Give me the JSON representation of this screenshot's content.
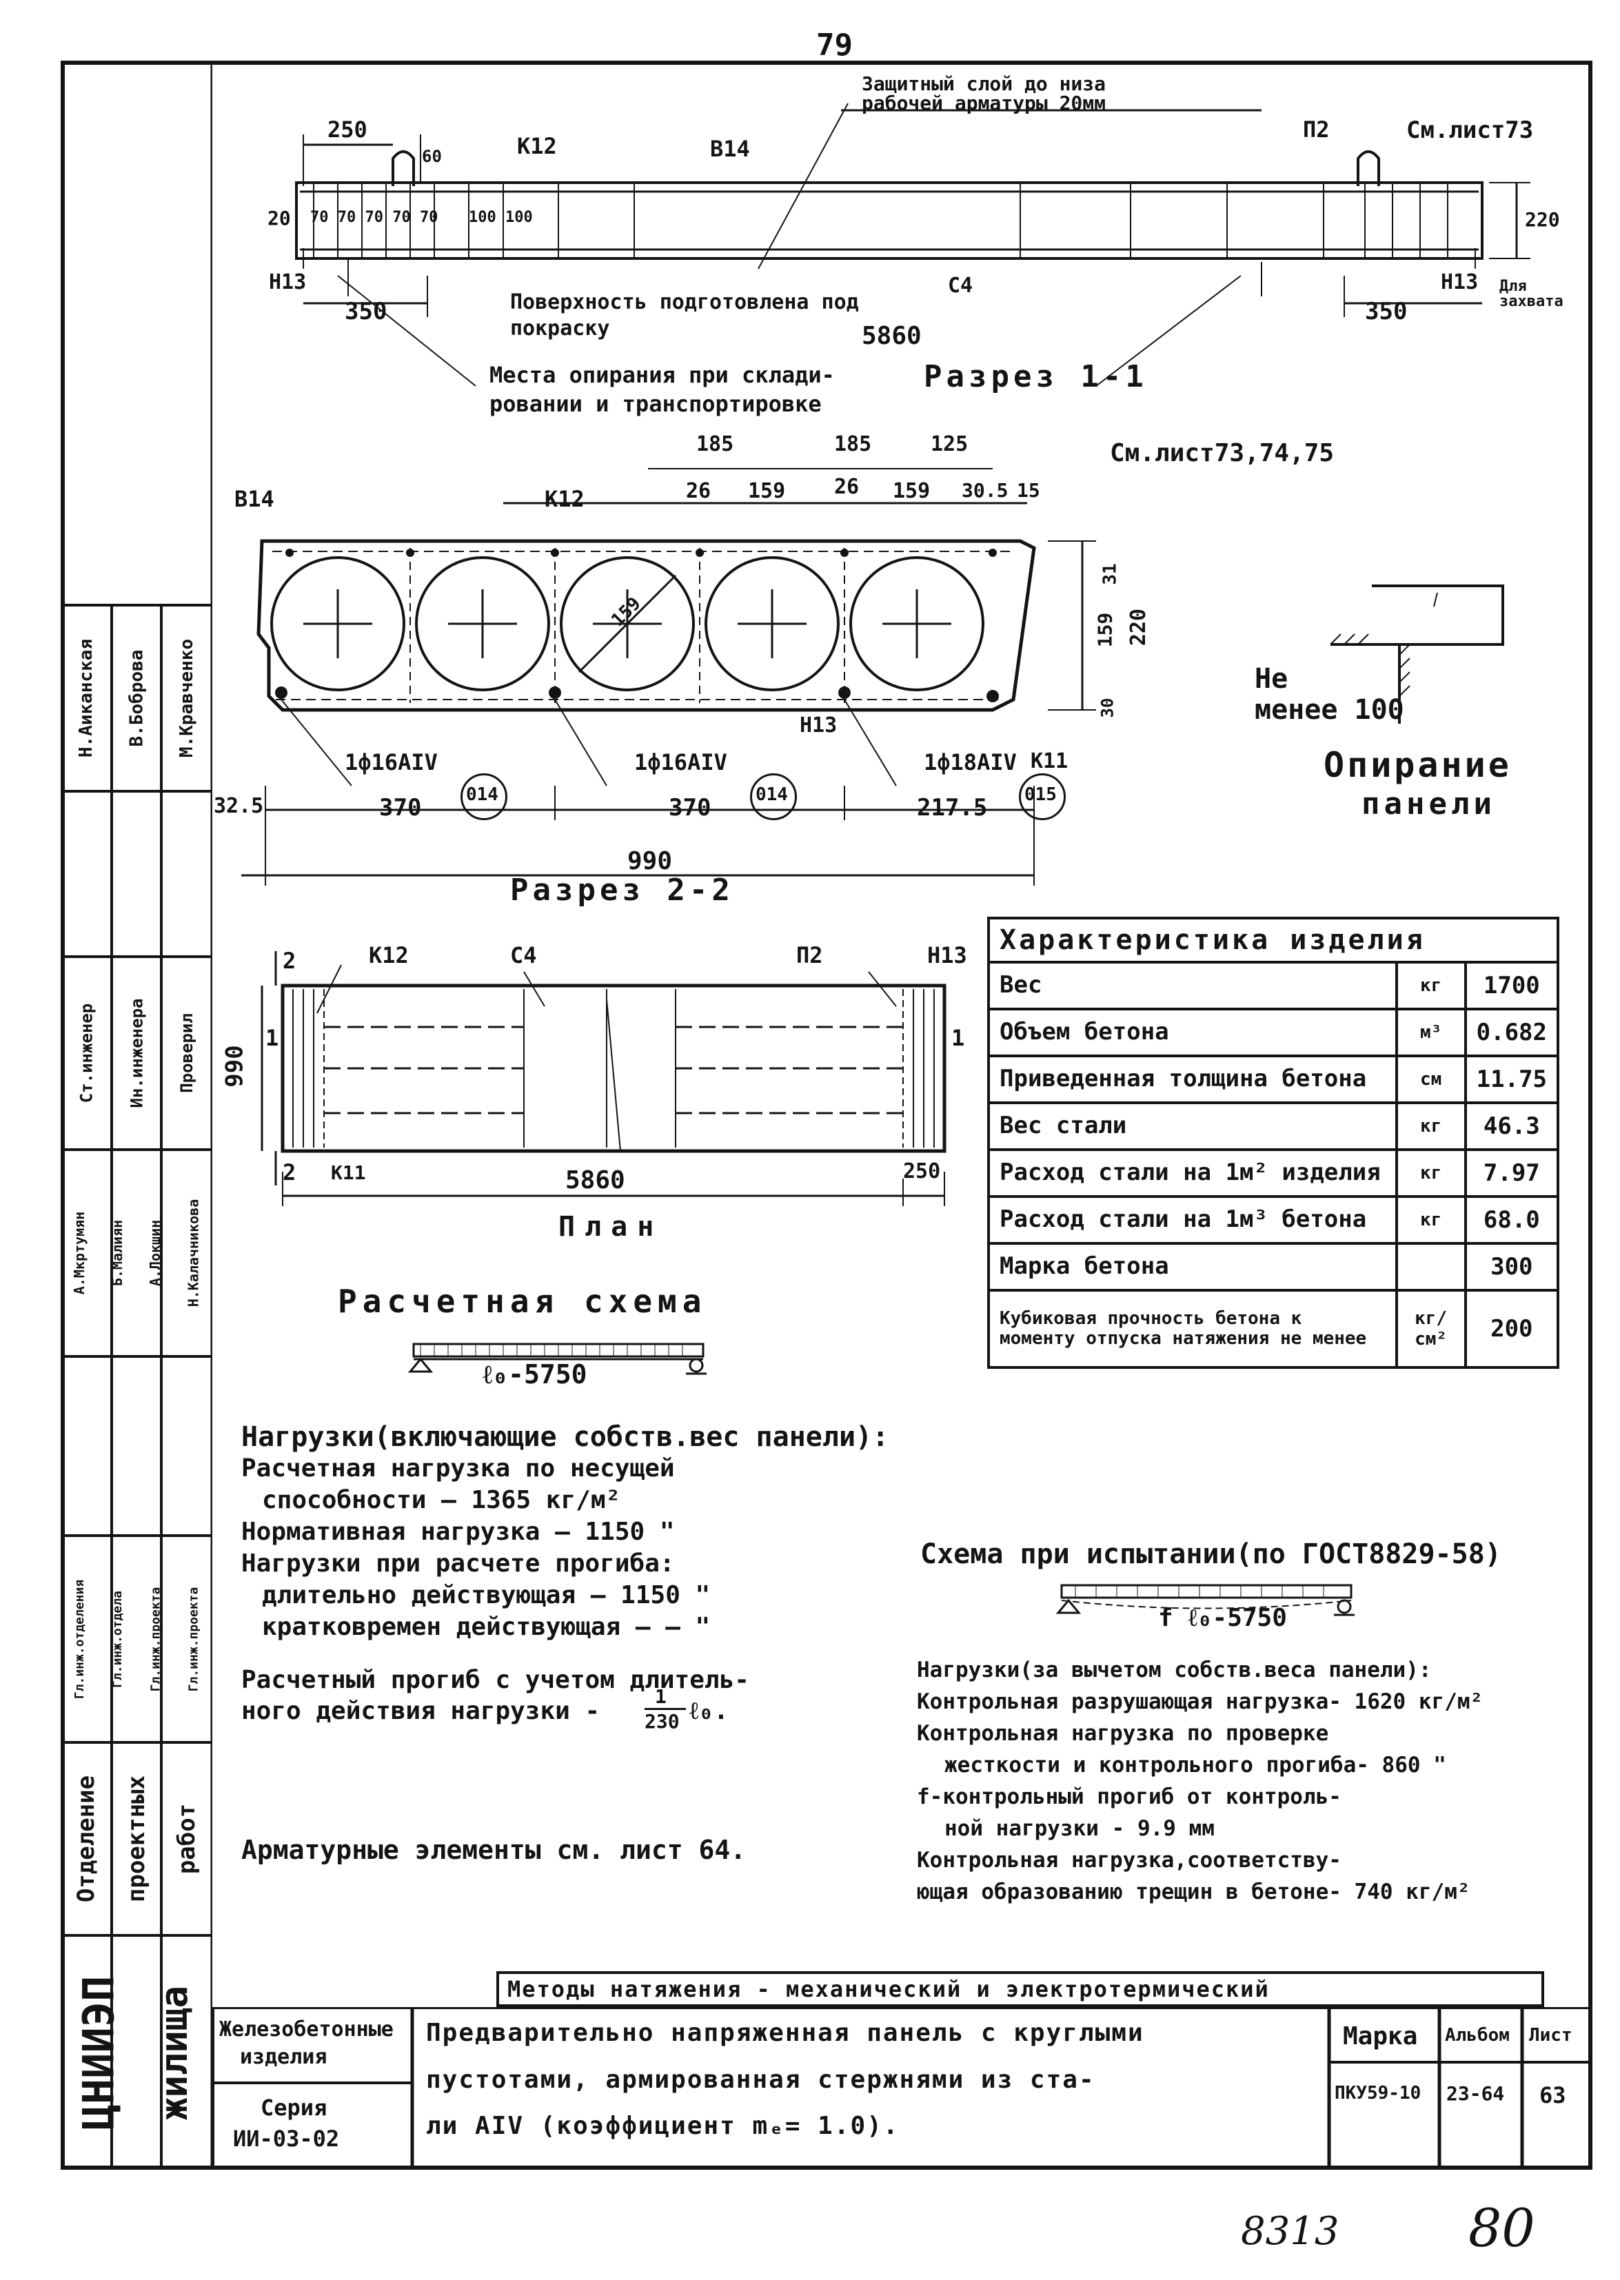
{
  "page_number_top": "79",
  "sheet_number_bottom": "8313",
  "sheet_number_big": "80",
  "section_1_1": {
    "title": "Разрез 1-1",
    "protective_layer_note": "Защитный слой до низа рабочей арматуры 20мм",
    "see_sheet": "См.лист73",
    "labels": {
      "p2": "П2",
      "k12": "К12",
      "v14": "В14",
      "n13a": "Н13",
      "n13b": "Н13",
      "c4": "С4",
      "d250": "250",
      "d60": "60",
      "d20": "20",
      "d70s": "70 70 70 70 70",
      "d100s": "100 100",
      "d220": "220",
      "d350a": "350",
      "d350b": "350",
      "d5860": "5860"
    },
    "surface_note": "Поверхность подготовлена под покраску",
    "support_note_line1": "Места опирания при склади-",
    "support_note_line2": "ровании и транспортировке",
    "lifting_note": "Для захвата"
  },
  "section_2_2": {
    "title": "Разрез 2-2",
    "see_sheets": "См.лист73,74,75",
    "labels": {
      "v14": "В14",
      "k12": "К12",
      "n13": "Н13",
      "k11": "К11",
      "d185a": "185",
      "d185b": "185",
      "d125": "125",
      "d26a": "26",
      "d159a": "159",
      "d26b": "26",
      "d159b": "159",
      "d305": "30.5",
      "d15": "15",
      "d159v": "159",
      "d31": "31",
      "d220": "220",
      "d30": "30",
      "dia159": "159",
      "bar1": "1ф16АIV",
      "bar2": "1ф16АIV",
      "bar3": "1ф18АIV",
      "mark1": "014",
      "mark2": "014",
      "mark3": "015",
      "d325": "32.5",
      "d370a": "370",
      "d370b": "370",
      "d2175": "217.5",
      "d990": "990"
    }
  },
  "support_detail": {
    "min_label_line1": "Не",
    "min_label_line2": "менее 100",
    "title_line1": "Опирание",
    "title_line2": "панели"
  },
  "plan": {
    "title": "План",
    "labels": {
      "n2a": "2",
      "n2b": "2",
      "k12": "К12",
      "c4": "С4",
      "p2": "П2",
      "n13": "Н13",
      "n1a": "1",
      "n1b": "1",
      "d990": "990",
      "k11": "К11",
      "d5860": "5860",
      "d250": "250"
    }
  },
  "characteristics": {
    "title": "Характеристика изделия",
    "rows": [
      {
        "name": "Вес",
        "unit": "кг",
        "value": "1700"
      },
      {
        "name": "Объем бетона",
        "unit": "м³",
        "value": "0.682"
      },
      {
        "name": "Приведенная толщина бетона",
        "unit": "см",
        "value": "11.75"
      },
      {
        "name": "Вес стали",
        "unit": "кг",
        "value": "46.3"
      },
      {
        "name": "Расход стали на 1м² изделия",
        "unit": "кг",
        "value": "7.97"
      },
      {
        "name": "Расход стали на 1м³ бетона",
        "unit": "кг",
        "value": "68.0"
      },
      {
        "name": "Марка бетона",
        "unit": "",
        "value": "300"
      },
      {
        "name": "Кубиковая прочность бетона к моменту отпуска натяжения не менее",
        "unit": "кг/см²",
        "value": "200"
      }
    ]
  },
  "calc_scheme": {
    "title": "Расчетная схема",
    "span_label": "ℓ₀-5750",
    "loads_title": "Нагрузки(включающие собств.вес панели):",
    "lines": [
      "Расчетная нагрузка по несущей",
      "способности        — 1365 кг/м²",
      "Нормативная нагрузка   — 1150  \"",
      "Нагрузки при расчете прогиба:",
      "длительно действующая — 1150   \"",
      "кратковремен действующая — —   \""
    ],
    "deflection_line1": "Расчетный прогиб с учетом  длитель-",
    "deflection_line2": "ного действия нагрузки -",
    "deflection_frac_num": "1",
    "deflection_frac_den": "230",
    "deflection_tail": "ℓ₀."
  },
  "test_scheme": {
    "title": "Схема при испытании(по ГОСТ8829-58)",
    "span_label": "f  ℓ₀-5750",
    "lines": [
      "Нагрузки(за вычетом собств.веса панели):",
      "Контрольная разрушающая нагрузка- 1620 кг/м²",
      "Контрольная нагрузка по проверке",
      "жесткости и контрольного прогиба- 860  \"",
      "f-контрольный прогиб от контроль-",
      "ной нагрузки              - 9.9  мм",
      "Контрольная нагрузка,соответству-",
      "ющая образованию трещин в бетоне- 740 кг/м²"
    ]
  },
  "rebar_note": "Арматурные элементы см. лист 64.",
  "methods_note": "Методы натяжения - механический и электротермический",
  "title_block": {
    "category_line1": "Железобетонные",
    "category_line2": "изделия",
    "series_label": "Серия",
    "series_value": "ИИ-03-02",
    "description_line1": "Предварительно напряженная панель с круглыми",
    "description_line2": "пустотами, армированная стержнями из ста-",
    "description_line3": "ли АIV (коэффициент mₑ= 1.0).",
    "mark_label": "Марка",
    "mark_value": "ПКУ59-10",
    "album_label": "Альбом",
    "album_value": "23-64",
    "sheet_label": "Лист",
    "sheet_value": "63"
  },
  "side_stamp": {
    "org": "ЦНИИЭП",
    "org2": "жилища",
    "dept1": "Отделение",
    "dept2": "проектных",
    "dept3": "работ",
    "roles": [
      "Гл.инж.отделения",
      "Гл.инж.отдела",
      "Гл.инж.проекта",
      "Гл.инж.проекта",
      "Ст.инженер",
      "Ин.инженера",
      "Проверил"
    ],
    "names_a": [
      "А.Мкртумян",
      "Б.Малиян",
      "А.Локшин",
      "Н.Калачникова"
    ],
    "names_b": [
      "Н.Аиканская",
      "В.Боброва",
      "М.Кравченко"
    ]
  }
}
